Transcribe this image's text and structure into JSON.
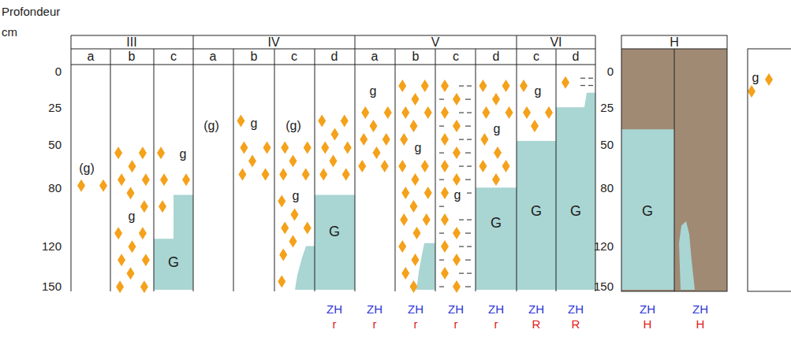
{
  "diagram": {
    "labels": [
      "Profondeur",
      "cm",
      "III",
      "IV",
      "V",
      "VI",
      "a",
      "b",
      "c",
      "a",
      "b",
      "c",
      "d",
      "a",
      "b",
      "c",
      "d",
      "c",
      "d",
      "0",
      "25",
      "50",
      "80",
      "120",
      "150",
      "H",
      "0",
      "25",
      "50",
      "80",
      "120",
      "150",
      "(g)",
      "g",
      "g",
      "G",
      "(g)",
      "g",
      "(g)",
      "g",
      "G",
      "g",
      "g",
      "g",
      "g",
      "G",
      "g",
      "G",
      "G",
      "G",
      "ZH",
      "r",
      "ZH",
      "r",
      "ZH",
      "r",
      "ZH",
      "r",
      "ZH",
      "r",
      "ZH",
      "R",
      "ZH",
      "R",
      "ZH",
      "H",
      "ZH",
      "H",
      "g"
    ]
  }
}
